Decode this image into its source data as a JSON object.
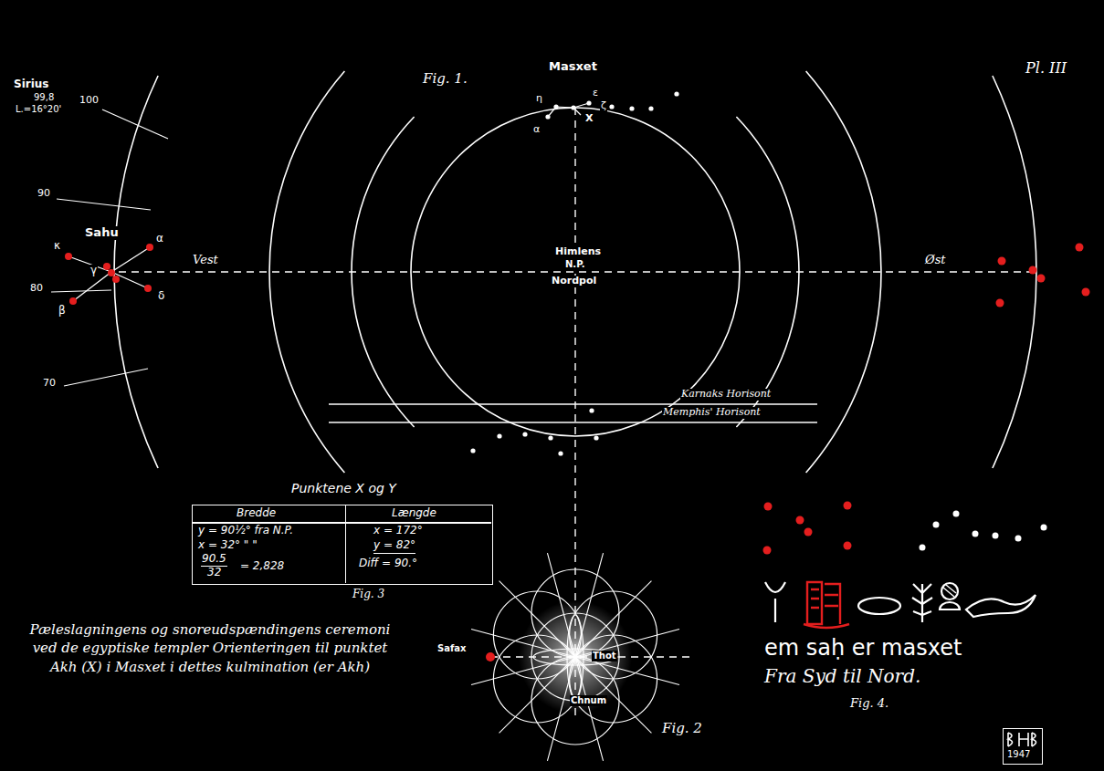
{
  "diagram": {
    "caption": "Pæleslagningens og snoreudspændingens ceremoni ved de egyptiske templer Orienteringen til punktet Akh (X) i Masxet i dettes kulmination (er Akh)",
    "nodes": [
      {
        "text": [
          "Punktene X og Y"
        ]
      },
      {
        "text": [
          "Bredde",
          "y = 90½° fra N.P.",
          "x = 32° \" \"",
          "90.5",
          "32",
          "= 2,828"
        ],
        "in": 0
      },
      {
        "text": [
          "Længde",
          "x = 172°",
          "y = 82°",
          "Diff = 90.°"
        ],
        "in": 0
      },
      {
        "text": [
          "1947"
        ]
      }
    ],
    "labels": [
      "Fig. 1.",
      "Masxet",
      "Pl. III",
      "Sirius",
      "99,8",
      "L.=16°20'",
      "100",
      "90",
      "80",
      "70",
      "Sahu",
      "κ",
      "α",
      "γ",
      "β",
      "δ",
      "Vest",
      "Øst",
      "η",
      "ε",
      "ζ",
      "X",
      "α",
      "Himlens",
      "N.P.",
      "Nordpol",
      "Karnaks Horisont",
      "Memphis' Horisont",
      "Fig. 3",
      "Safax",
      "Thot",
      "Chnum",
      "Fig. 2",
      "em saḥ er masxet",
      "Fra Syd til Nord.",
      "Fig. 4."
    ]
  }
}
